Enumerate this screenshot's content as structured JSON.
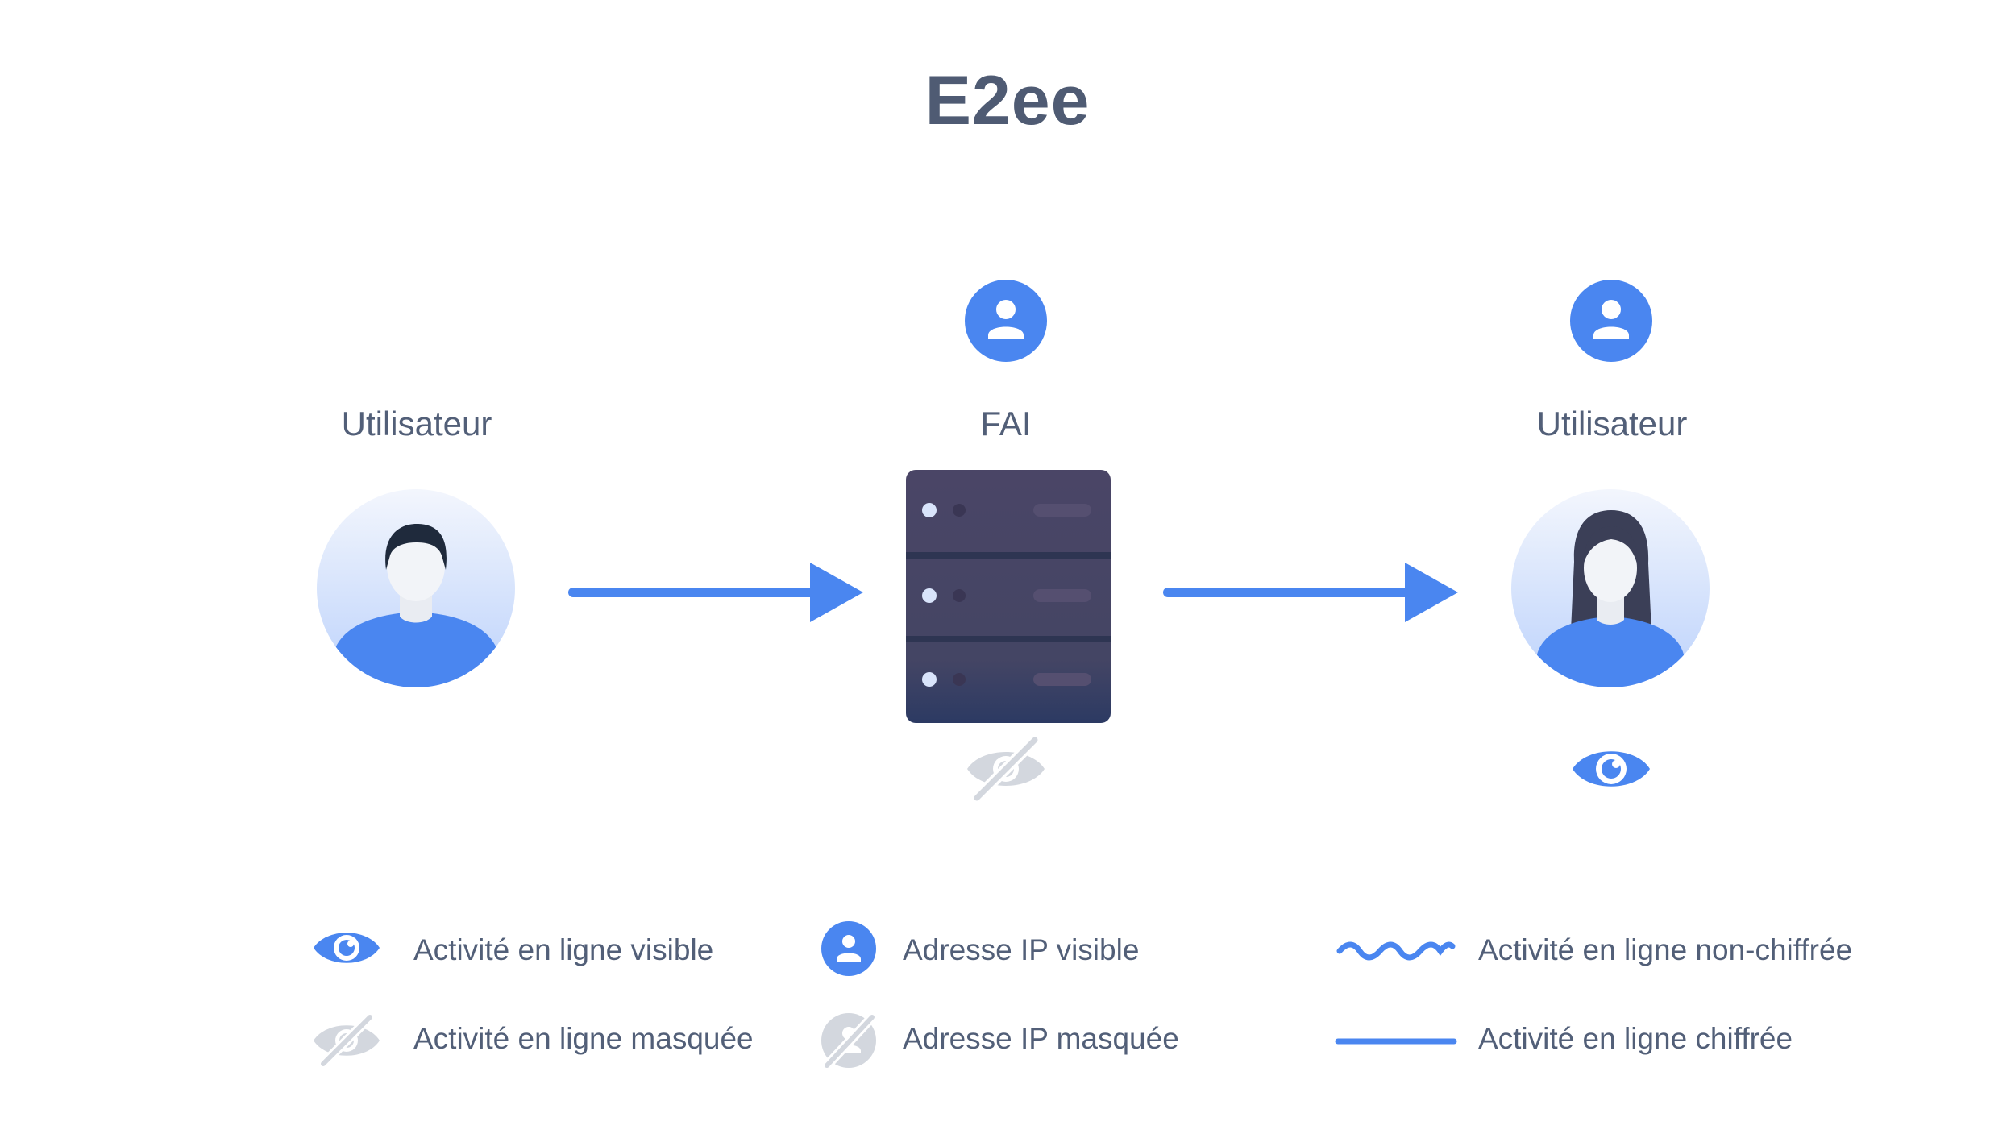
{
  "title": "E2ee",
  "nodes": {
    "left_user": {
      "label": "Utilisateur",
      "ip_visible": false,
      "activity": "none"
    },
    "isp": {
      "label": "FAI",
      "ip_visible": true,
      "activity": "masked"
    },
    "right_user": {
      "label": "Utilisateur",
      "ip_visible": true,
      "activity": "visible"
    }
  },
  "connections": [
    {
      "from": "left_user",
      "to": "isp",
      "style": "encrypted"
    },
    {
      "from": "isp",
      "to": "right_user",
      "style": "encrypted"
    }
  ],
  "legend": {
    "activity_visible": "Activité en ligne visible",
    "activity_masked": "Activité en ligne masquée",
    "ip_visible": "Adresse IP visible",
    "ip_masked": "Adresse IP masquée",
    "unencrypted": "Activité en ligne non-chiffrée",
    "encrypted": "Activité en ligne chiffrée"
  },
  "icons": {
    "visible_eye": "eye-icon",
    "masked_eye": "eye-slash-icon",
    "ip": "user-circle-icon",
    "ip_masked": "user-circle-slash-icon",
    "server": "server-icon"
  },
  "colors": {
    "accent": "#4a86f0",
    "title": "#4f5b73",
    "text": "#525f78",
    "muted": "#d3d7de",
    "server": "#4a4566"
  }
}
